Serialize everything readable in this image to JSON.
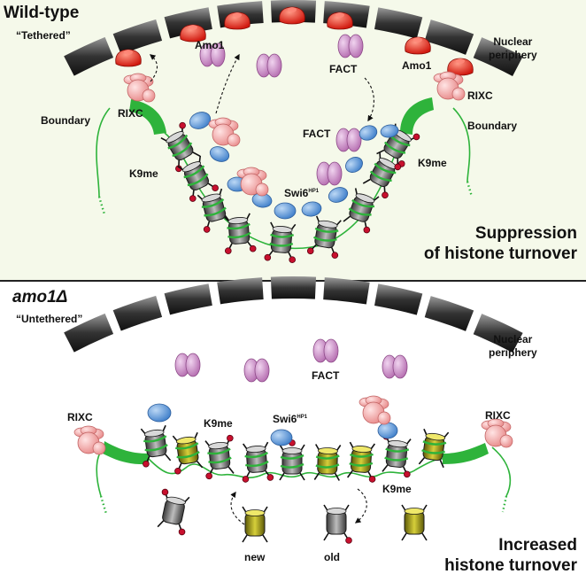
{
  "top_panel": {
    "title": "Wild-type",
    "subtitle": "“Tethered”",
    "labels": {
      "amo1_left": "Amo1",
      "amo1_right": "Amo1",
      "fact_top": "FACT",
      "fact_mid": "FACT",
      "rixc_left": "RIXC",
      "rixc_right": "RIXC",
      "boundary_left": "Boundary",
      "boundary_right": "Boundary",
      "k9me_left": "K9me",
      "k9me_right": "K9me",
      "swi6": "Swi6",
      "swi6_sup": "HP1",
      "periphery_line1": "Nuclear",
      "periphery_line2": "periphery"
    },
    "outcome_line1": "Suppression",
    "outcome_line2": "of histone turnover"
  },
  "bottom_panel": {
    "title": "amo1Δ",
    "subtitle": "“Untethered”",
    "labels": {
      "fact": "FACT",
      "rixc_left": "RIXC",
      "rixc_right": "RIXC",
      "k9me_left": "K9me",
      "k9me_right": "K9me",
      "swi6": "Swi6",
      "swi6_sup": "HP1",
      "new": "new",
      "old": "old",
      "periphery_line1": "Nuclear",
      "periphery_line2": "periphery"
    },
    "outcome_line1": "Increased",
    "outcome_line2": "histone turnover"
  },
  "colors": {
    "panel_top_bg": "#f5f9ea",
    "dna_green": "#2eb33b",
    "amo1_red": "#e8281e",
    "fact_purple": "#c985c5",
    "swi6_blue": "#5b95d6",
    "rixc_pink": "#f4a0a0",
    "histone_grey": "#7a7a7a",
    "histone_new_olive": "#a8a21a",
    "k9me_red": "#c8102e"
  }
}
